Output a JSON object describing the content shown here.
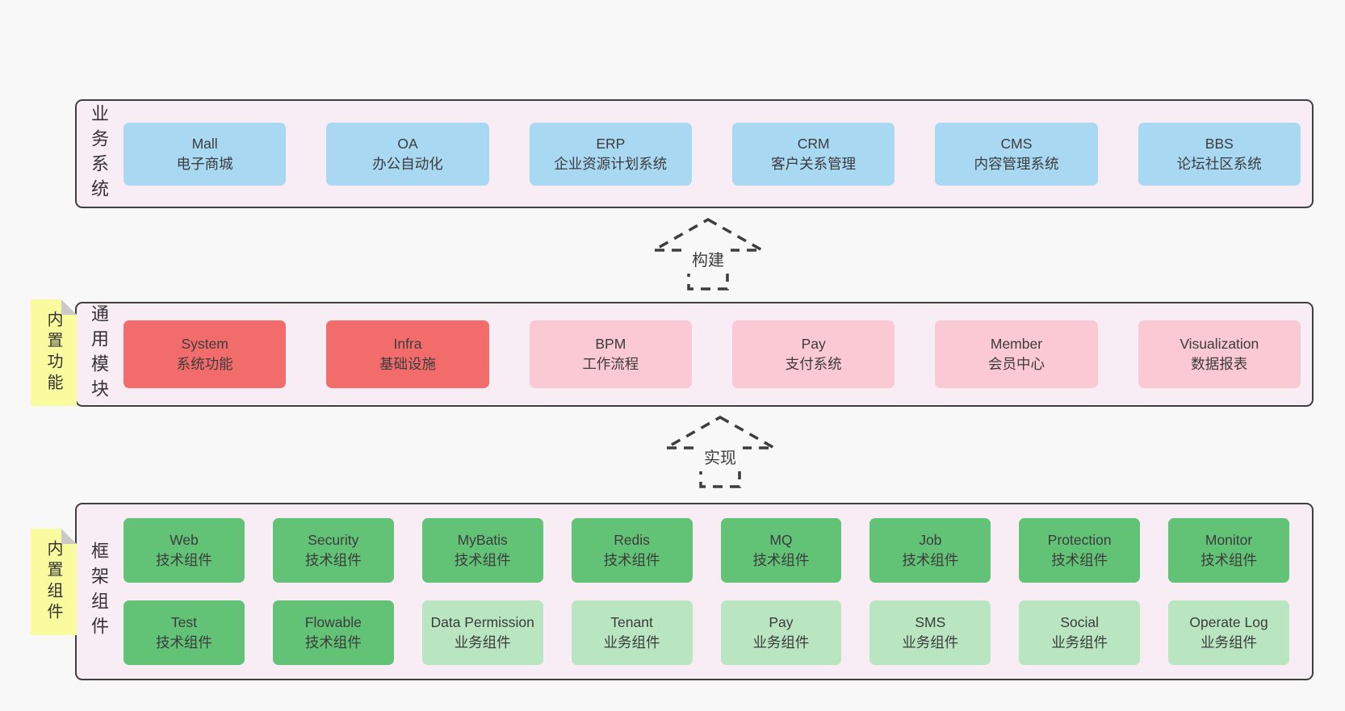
{
  "colors": {
    "page_bg": "#f8f8f8",
    "panel_bg": "#f9edf5",
    "panel_border": "#3f3f3f",
    "blue": "#a8d8f2",
    "red": "#f36c6c",
    "pink": "#fbc9d3",
    "green": "#62c377",
    "green_light": "#b9e5c1",
    "note_yellow": "#fafa9e",
    "note_fold": "#c9c9c9",
    "text": "#3c3c3c"
  },
  "arrows": [
    {
      "label": "构建"
    },
    {
      "label": "实现"
    }
  ],
  "layers": [
    {
      "label": "业务系统",
      "rows": [
        [
          {
            "en": "Mall",
            "zh": "电子商城",
            "type": "blue"
          },
          {
            "en": "OA",
            "zh": "办公自动化",
            "type": "blue"
          },
          {
            "en": "ERP",
            "zh": "企业资源计划系统",
            "type": "blue"
          },
          {
            "en": "CRM",
            "zh": "客户关系管理",
            "type": "blue"
          },
          {
            "en": "CMS",
            "zh": "内容管理系统",
            "type": "blue"
          },
          {
            "en": "BBS",
            "zh": "论坛社区系统",
            "type": "blue"
          }
        ]
      ]
    },
    {
      "label": "通用模块",
      "note": "内置功能",
      "rows": [
        [
          {
            "en": "System",
            "zh": "系统功能",
            "type": "red"
          },
          {
            "en": "Infra",
            "zh": "基础设施",
            "type": "red"
          },
          {
            "en": "BPM",
            "zh": "工作流程",
            "type": "pink"
          },
          {
            "en": "Pay",
            "zh": "支付系统",
            "type": "pink"
          },
          {
            "en": "Member",
            "zh": "会员中心",
            "type": "pink"
          },
          {
            "en": "Visualization",
            "zh": "数据报表",
            "type": "pink"
          }
        ]
      ]
    },
    {
      "label": "框架组件",
      "note": "内置组件",
      "rows": [
        [
          {
            "en": "Web",
            "zh": "技术组件",
            "type": "green"
          },
          {
            "en": "Security",
            "zh": "技术组件",
            "type": "green"
          },
          {
            "en": "MyBatis",
            "zh": "技术组件",
            "type": "green"
          },
          {
            "en": "Redis",
            "zh": "技术组件",
            "type": "green"
          },
          {
            "en": "MQ",
            "zh": "技术组件",
            "type": "green"
          },
          {
            "en": "Job",
            "zh": "技术组件",
            "type": "green"
          },
          {
            "en": "Protection",
            "zh": "技术组件",
            "type": "green"
          },
          {
            "en": "Monitor",
            "zh": "技术组件",
            "type": "green"
          }
        ],
        [
          {
            "en": "Test",
            "zh": "技术组件",
            "type": "green"
          },
          {
            "en": "Flowable",
            "zh": "技术组件",
            "type": "green"
          },
          {
            "en": "Data Permission",
            "zh": "业务组件",
            "type": "green-light"
          },
          {
            "en": "Tenant",
            "zh": "业务组件",
            "type": "green-light"
          },
          {
            "en": "Pay",
            "zh": "业务组件",
            "type": "green-light"
          },
          {
            "en": "SMS",
            "zh": "业务组件",
            "type": "green-light"
          },
          {
            "en": "Social",
            "zh": "业务组件",
            "type": "green-light"
          },
          {
            "en": "Operate Log",
            "zh": "业务组件",
            "type": "green-light"
          }
        ]
      ]
    }
  ]
}
